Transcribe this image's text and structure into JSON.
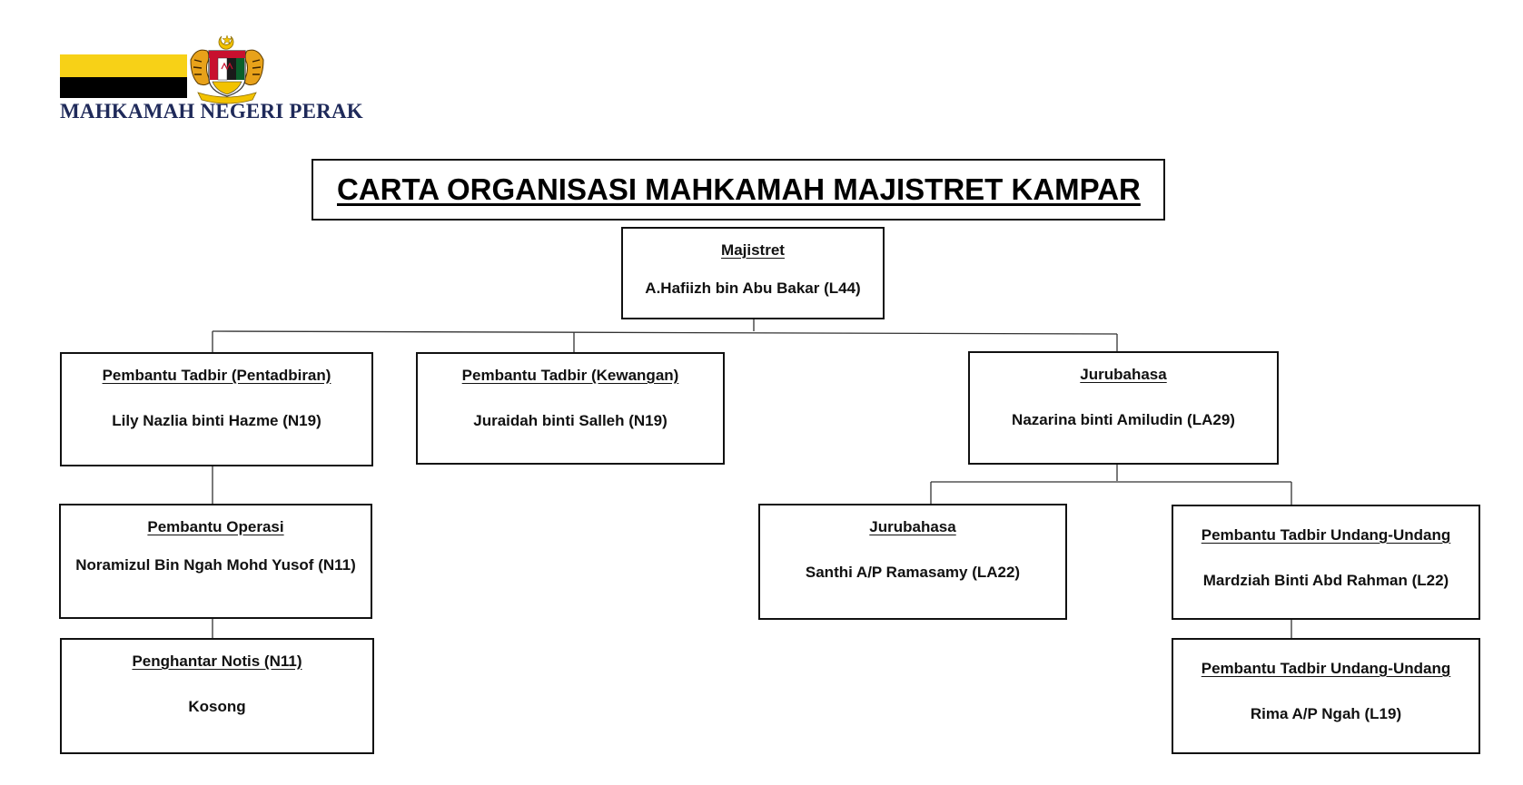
{
  "header": {
    "org_name": "MAHKAMAH NEGERI PERAK",
    "flag_colors": [
      "#ffffff",
      "#f7d117",
      "#000000"
    ],
    "crest_icon": "coat-of-arms-icon"
  },
  "title": "CARTA ORGANISASI MAHKAMAH MAJISTRET KAMPAR",
  "org_chart": {
    "magistrate": {
      "role": "Majistret",
      "person": "A.Hafiizh bin Abu Bakar (L44)"
    },
    "admin_assistant_admin": {
      "role": "Pembantu Tadbir (Pentadbiran)",
      "person": "Lily Nazlia binti Hazme (N19)"
    },
    "admin_assistant_finance": {
      "role": "Pembantu Tadbir (Kewangan)",
      "person": "Juraidah binti Salleh (N19)"
    },
    "interpreter_senior": {
      "role": "Jurubahasa",
      "person": "Nazarina binti Amiludin (LA29)"
    },
    "operations_assistant": {
      "role": "Pembantu Operasi",
      "person": "Noramizul Bin Ngah Mohd Yusof (N11)"
    },
    "notice_server": {
      "role": "Penghantar Notis (N11)",
      "person": "Kosong"
    },
    "interpreter": {
      "role": "Jurubahasa",
      "person": "Santhi A/P Ramasamy (LA22)"
    },
    "legal_admin_assistant_1": {
      "role": "Pembantu Tadbir Undang-Undang",
      "person": "Mardziah Binti Abd Rahman (L22)"
    },
    "legal_admin_assistant_2": {
      "role": "Pembantu Tadbir Undang-Undang",
      "person": "Rima A/P Ngah (L19)"
    }
  }
}
